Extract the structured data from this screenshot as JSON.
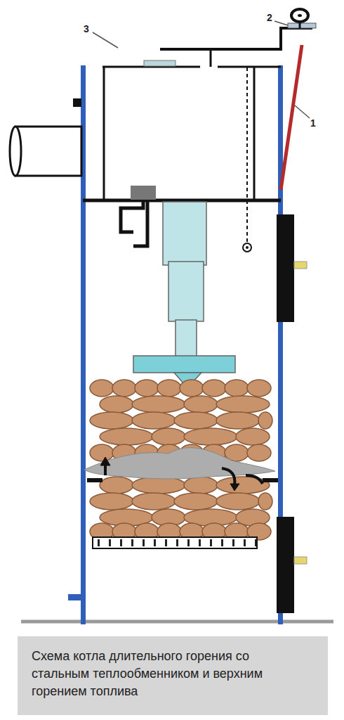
{
  "diagram": {
    "caption": "Схема котла длительного горения со стальным теплообменником и верхним горением топлива",
    "labels": [
      "2",
      "3",
      "1"
    ]
  }
}
